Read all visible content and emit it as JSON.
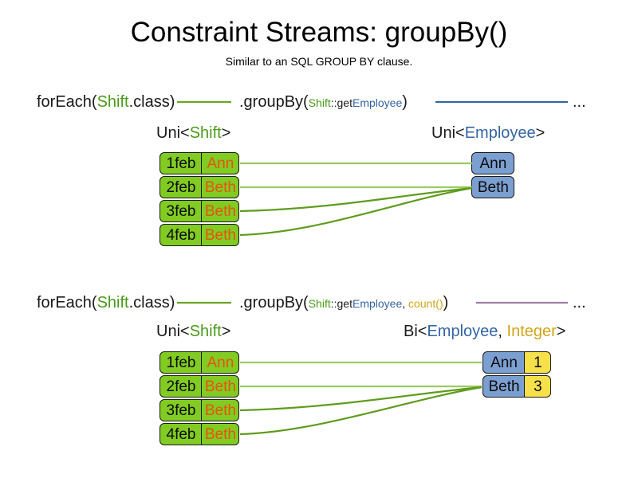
{
  "header": {
    "title": "Constraint Streams: groupBy()",
    "subtitle": "Similar to an SQL GROUP BY clause."
  },
  "colors": {
    "shift_green": "#4a9b18",
    "employee_blue": "#3465a4",
    "count_gold": "#d2a518",
    "box_green_fill": "#81cb23",
    "box_blue_fill": "#7b9fd1",
    "box_yellow_fill": "#f7e14b",
    "name_orange": "#e8530e",
    "wire_green": "#6aa524",
    "wire_light_green": "#9ccb63",
    "wire_purple": "#9b7fa6",
    "box_border": "#1a1a1a"
  },
  "sections": [
    {
      "id": "section-groupby",
      "code": {
        "foreach_pre": "forEach(",
        "foreach_type": "Shift",
        "foreach_post": ".class)",
        "groupby_pre": ".groupBy(",
        "arg_shift": "Shift",
        "arg_sep": "::get",
        "arg_employee": "Employee",
        "groupby_post": ")",
        "ellipsis": "..."
      },
      "left_label": {
        "prefix": "Uni<",
        "type": "Shift",
        "suffix": ">"
      },
      "right_label": {
        "prefix": "Uni<",
        "type": "Employee",
        "suffix": ">"
      },
      "left_rows": [
        {
          "date": "1feb",
          "name": "Ann"
        },
        {
          "date": "2feb",
          "name": "Beth"
        },
        {
          "date": "3feb",
          "name": "Beth"
        },
        {
          "date": "4feb",
          "name": "Beth"
        }
      ],
      "right_rows": [
        {
          "employee": "Ann"
        },
        {
          "employee": "Beth"
        }
      ]
    },
    {
      "id": "section-groupby-count",
      "code": {
        "foreach_pre": "forEach(",
        "foreach_type": "Shift",
        "foreach_post": ".class)",
        "groupby_pre": ".groupBy(",
        "arg_shift": "Shift",
        "arg_sep": "::get",
        "arg_employee": "Employee",
        "arg_comma": ", ",
        "arg_count": "count()",
        "groupby_post": ")",
        "ellipsis": "..."
      },
      "left_label": {
        "prefix": "Uni<",
        "type": "Shift",
        "suffix": ">"
      },
      "right_label": {
        "prefix": "Bi<",
        "type": "Employee",
        "mid": ", ",
        "type2": "Integer",
        "suffix": ">"
      },
      "left_rows": [
        {
          "date": "1feb",
          "name": "Ann"
        },
        {
          "date": "2feb",
          "name": "Beth"
        },
        {
          "date": "3feb",
          "name": "Beth"
        },
        {
          "date": "4feb",
          "name": "Beth"
        }
      ],
      "right_rows": [
        {
          "employee": "Ann",
          "count": "1"
        },
        {
          "employee": "Beth",
          "count": "3"
        }
      ]
    }
  ]
}
